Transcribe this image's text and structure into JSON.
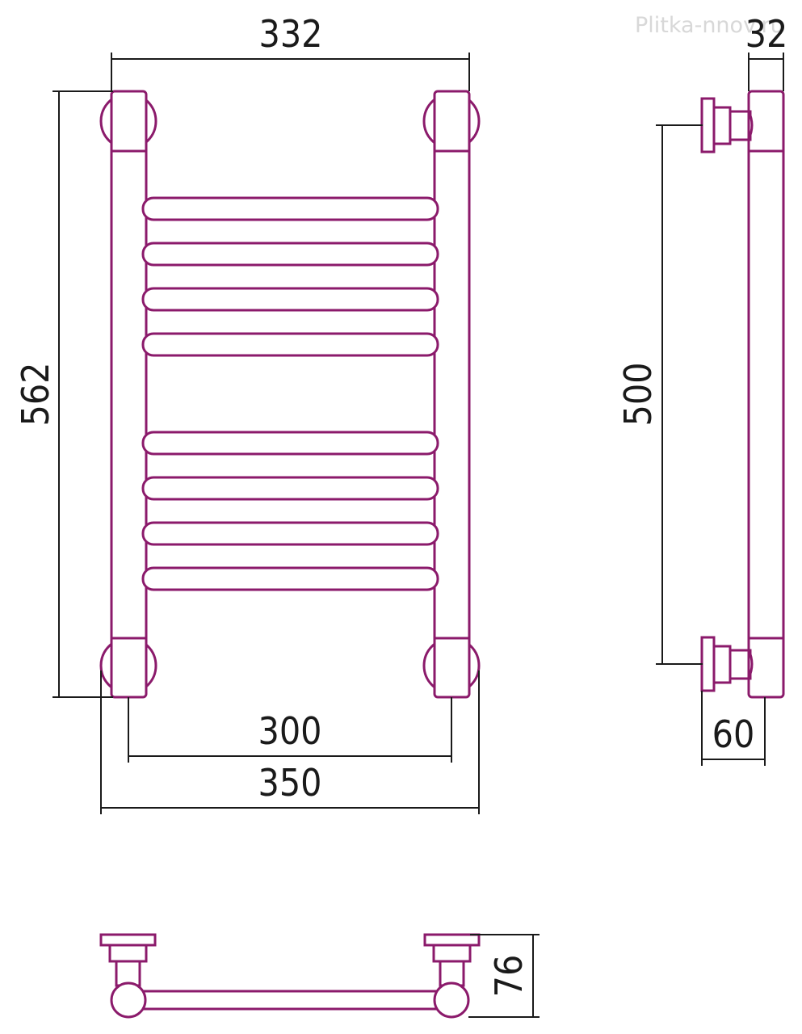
{
  "watermark": "Plitka-nnov.ru",
  "colors": {
    "pipe": "#8b1a6b",
    "dimension": "#1a1a1a",
    "watermark": "#d8d8d8"
  },
  "front_view": {
    "width_top": "332",
    "height": "562",
    "axis_distance": "300",
    "overall_width": "350",
    "rungs": 8
  },
  "side_view": {
    "tube_diameter": "32",
    "connection_height": "500",
    "wall_offset": "60"
  },
  "top_view": {
    "depth": "76"
  }
}
